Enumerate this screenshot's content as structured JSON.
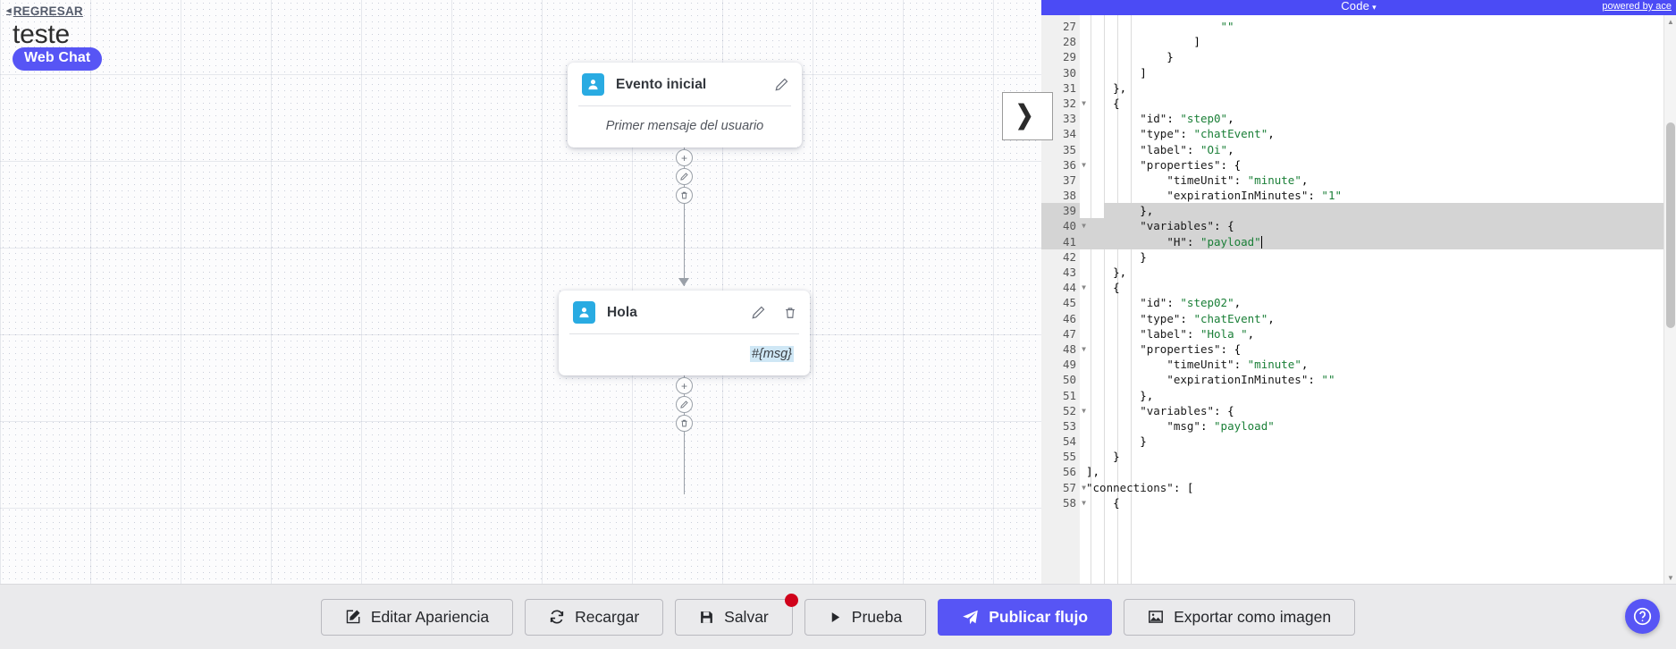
{
  "header": {
    "back_label": "REGRESAR",
    "back_icon": "chevron-left-icon",
    "project_title": "teste",
    "channel_badge": "Web Chat",
    "badge_color": "#5755f5"
  },
  "canvas": {
    "nodes": [
      {
        "id": "node-evento-inicial",
        "icon": "user-avatar-icon",
        "icon_color": "#29abe2",
        "title": "Evento inicial",
        "body": "Primer mensaje del usuario",
        "actions": [
          "edit-icon"
        ]
      },
      {
        "id": "node-hola",
        "icon": "user-avatar-icon",
        "icon_color": "#29abe2",
        "title": "Hola",
        "body": "#{msg}",
        "actions": [
          "edit-icon",
          "trash-icon"
        ]
      }
    ],
    "connector_buttons": [
      "add-icon",
      "edit-icon",
      "trash-icon"
    ]
  },
  "code_panel": {
    "title": "Code",
    "caret": "▾",
    "ace_link": "powered by ace",
    "header_color": "#4b4bf5",
    "lines": [
      {
        "n": 27,
        "fold": false,
        "sel": "none",
        "indent": 5,
        "text": "\"\""
      },
      {
        "n": 28,
        "fold": false,
        "sel": "none",
        "indent": 4,
        "text": "]"
      },
      {
        "n": 29,
        "fold": false,
        "sel": "none",
        "indent": 3,
        "text": "}"
      },
      {
        "n": 30,
        "fold": false,
        "sel": "none",
        "indent": 2,
        "text": "]"
      },
      {
        "n": 31,
        "fold": false,
        "sel": "none",
        "indent": 1,
        "text": "},"
      },
      {
        "n": 32,
        "fold": true,
        "sel": "none",
        "indent": 1,
        "text": "{"
      },
      {
        "n": 33,
        "fold": false,
        "sel": "none",
        "indent": 2,
        "text": "\"id\": \"step0\","
      },
      {
        "n": 34,
        "fold": false,
        "sel": "none",
        "indent": 2,
        "text": "\"type\": \"chatEvent\","
      },
      {
        "n": 35,
        "fold": false,
        "sel": "none",
        "indent": 2,
        "text": "\"label\": \"Oi\","
      },
      {
        "n": 36,
        "fold": true,
        "sel": "none",
        "indent": 2,
        "text": "\"properties\": {"
      },
      {
        "n": 37,
        "fold": false,
        "sel": "none",
        "indent": 3,
        "text": "\"timeUnit\": \"minute\","
      },
      {
        "n": 38,
        "fold": false,
        "sel": "none",
        "indent": 3,
        "text": "\"expirationInMinutes\": \"1\""
      },
      {
        "n": 39,
        "fold": false,
        "sel": "part",
        "indent": 2,
        "text": "},"
      },
      {
        "n": 40,
        "fold": true,
        "sel": "full",
        "indent": 2,
        "text": "\"variables\": {"
      },
      {
        "n": 41,
        "fold": false,
        "sel": "full",
        "indent": 3,
        "text": "\"H\": \"payload\"",
        "caret": true
      },
      {
        "n": 42,
        "fold": false,
        "sel": "none",
        "indent": 2,
        "text": "}"
      },
      {
        "n": 43,
        "fold": false,
        "sel": "none",
        "indent": 1,
        "text": "},"
      },
      {
        "n": 44,
        "fold": true,
        "sel": "none",
        "indent": 1,
        "text": "{"
      },
      {
        "n": 45,
        "fold": false,
        "sel": "none",
        "indent": 2,
        "text": "\"id\": \"step02\","
      },
      {
        "n": 46,
        "fold": false,
        "sel": "none",
        "indent": 2,
        "text": "\"type\": \"chatEvent\","
      },
      {
        "n": 47,
        "fold": false,
        "sel": "none",
        "indent": 2,
        "text": "\"label\": \"Hola \","
      },
      {
        "n": 48,
        "fold": true,
        "sel": "none",
        "indent": 2,
        "text": "\"properties\": {"
      },
      {
        "n": 49,
        "fold": false,
        "sel": "none",
        "indent": 3,
        "text": "\"timeUnit\": \"minute\","
      },
      {
        "n": 50,
        "fold": false,
        "sel": "none",
        "indent": 3,
        "text": "\"expirationInMinutes\": \"\""
      },
      {
        "n": 51,
        "fold": false,
        "sel": "none",
        "indent": 2,
        "text": "},"
      },
      {
        "n": 52,
        "fold": true,
        "sel": "none",
        "indent": 2,
        "text": "\"variables\": {"
      },
      {
        "n": 53,
        "fold": false,
        "sel": "none",
        "indent": 3,
        "text": "\"msg\": \"payload\""
      },
      {
        "n": 54,
        "fold": false,
        "sel": "none",
        "indent": 2,
        "text": "}"
      },
      {
        "n": 55,
        "fold": false,
        "sel": "none",
        "indent": 1,
        "text": "}"
      },
      {
        "n": 56,
        "fold": false,
        "sel": "none",
        "indent": 0,
        "text": "],"
      },
      {
        "n": 57,
        "fold": true,
        "sel": "none",
        "indent": 0,
        "text": "\"connections\": ["
      },
      {
        "n": 58,
        "fold": true,
        "sel": "none",
        "indent": 1,
        "text": "{"
      }
    ]
  },
  "toolbar": {
    "buttons": [
      {
        "label": "Editar Apariencia",
        "icon": "pencil-square-icon",
        "primary": false,
        "badge": false
      },
      {
        "label": "Recargar",
        "icon": "refresh-icon",
        "primary": false,
        "badge": false
      },
      {
        "label": "Salvar",
        "icon": "save-disk-icon",
        "primary": false,
        "badge": true
      },
      {
        "label": "Prueba",
        "icon": "play-icon",
        "primary": false,
        "badge": false
      },
      {
        "label": "Publicar flujo",
        "icon": "paper-plane-icon",
        "primary": true,
        "badge": false
      },
      {
        "label": "Exportar como imagen",
        "icon": "image-icon",
        "primary": false,
        "badge": false
      }
    ],
    "badge_color": "#d0021b",
    "primary_color": "#5755f5"
  },
  "help": {
    "label": "?",
    "icon": "question-mark-icon"
  }
}
